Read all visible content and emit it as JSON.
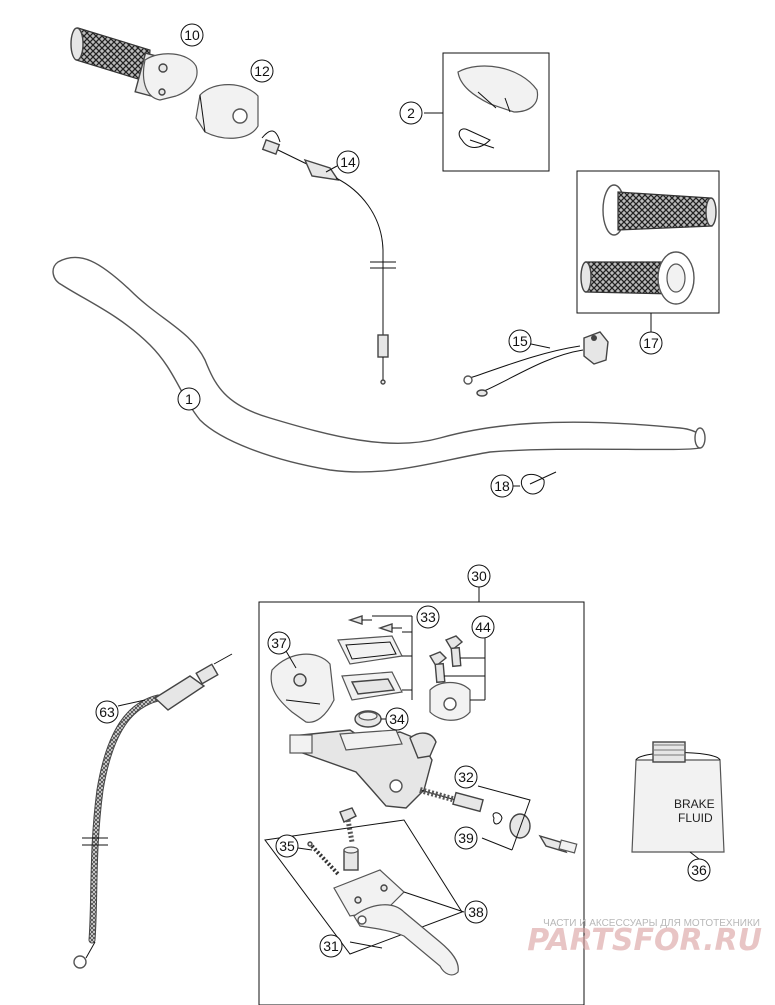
{
  "callouts": [
    {
      "id": "c1",
      "label": "1"
    },
    {
      "id": "c2",
      "label": "2"
    },
    {
      "id": "c10",
      "label": "10"
    },
    {
      "id": "c12",
      "label": "12"
    },
    {
      "id": "c14",
      "label": "14"
    },
    {
      "id": "c15",
      "label": "15"
    },
    {
      "id": "c17",
      "label": "17"
    },
    {
      "id": "c18",
      "label": "18"
    },
    {
      "id": "c30",
      "label": "30"
    },
    {
      "id": "c31",
      "label": "31"
    },
    {
      "id": "c32",
      "label": "32"
    },
    {
      "id": "c33",
      "label": "33"
    },
    {
      "id": "c34",
      "label": "34"
    },
    {
      "id": "c35",
      "label": "35"
    },
    {
      "id": "c36",
      "label": "36"
    },
    {
      "id": "c37",
      "label": "37"
    },
    {
      "id": "c38",
      "label": "38"
    },
    {
      "id": "c39",
      "label": "39"
    },
    {
      "id": "c44",
      "label": "44"
    },
    {
      "id": "c63",
      "label": "63"
    }
  ],
  "bottle": {
    "line1": "BRAKE",
    "line2": "FLUID"
  },
  "watermark": {
    "tagline": "ЧАСТИ И АКСЕССУАРЫ ДЛЯ МОТОТЕХНИКИ",
    "brand": "PARTSFOR.RU"
  },
  "colors": {
    "line": "#111111",
    "part_fill": "#e6e6e6",
    "watermark": "#d9a0a0"
  }
}
